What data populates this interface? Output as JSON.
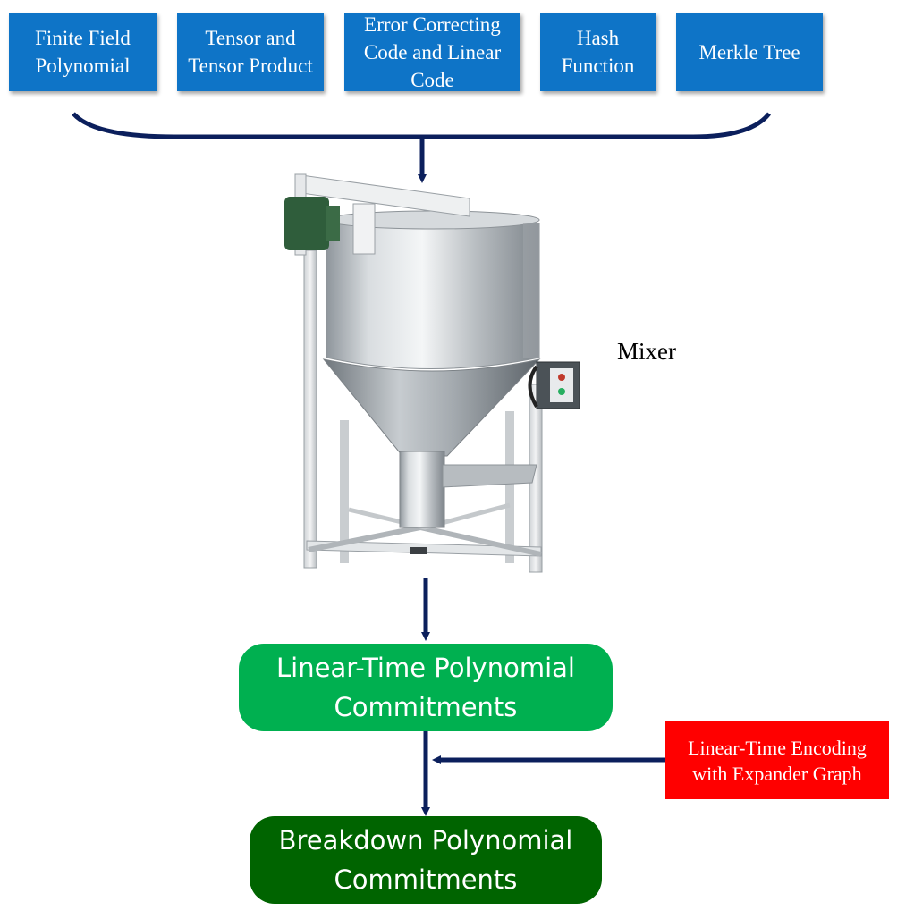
{
  "inputs": [
    {
      "label": "Finite Field\nPolynomial"
    },
    {
      "label": "Tensor and\nTensor Product"
    },
    {
      "label": "Error Correcting\nCode and Linear\nCode"
    },
    {
      "label": "Hash\nFunction"
    },
    {
      "label": "Merkle Tree"
    }
  ],
  "mixer": {
    "label": "Mixer"
  },
  "stage1": {
    "label": "Linear-Time Polynomial\nCommitments"
  },
  "side_input": {
    "label": "Linear-Time Encoding\nwith Expander Graph"
  },
  "stage2": {
    "label": "Breakdown Polynomial\nCommitments"
  },
  "colors": {
    "input_box": "#0E74C7",
    "stage1": "#00B050",
    "stage2": "#006400",
    "side_input": "#FF0000",
    "connector": "#0B1F5C"
  }
}
